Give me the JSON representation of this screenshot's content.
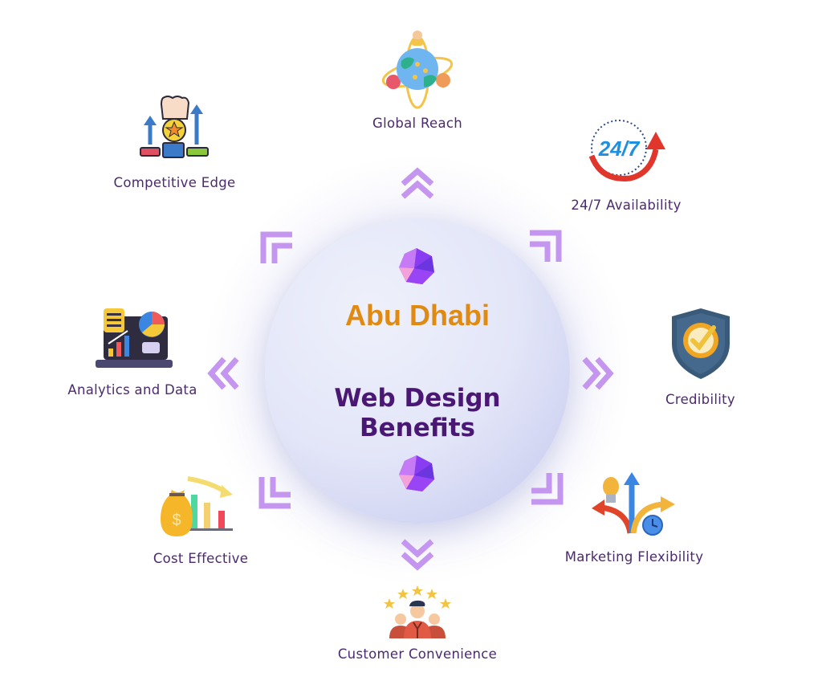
{
  "center": {
    "city": "Abu Dhabi",
    "title_line1": "Web Design",
    "title_line2": "Benefits",
    "city_color": "#e08a12",
    "title_color": "#4a1774"
  },
  "benefits": [
    {
      "label": "Global Reach",
      "icon": "globe-network-icon"
    },
    {
      "label": "24/7 Availability",
      "icon": "clock-24-7-icon"
    },
    {
      "label": "Credibility",
      "icon": "shield-check-icon"
    },
    {
      "label": "Marketing Flexibility",
      "icon": "branching-arrows-icon"
    },
    {
      "label": "Customer Convenience",
      "icon": "customer-stars-icon"
    },
    {
      "label": "Cost Effective",
      "icon": "money-bag-chart-icon"
    },
    {
      "label": "Analytics and Data",
      "icon": "analytics-laptop-icon"
    },
    {
      "label": "Competitive Edge",
      "icon": "fist-podium-icon"
    }
  ],
  "arrow_color": "#c596f0",
  "label_color": "#4b2a6e"
}
